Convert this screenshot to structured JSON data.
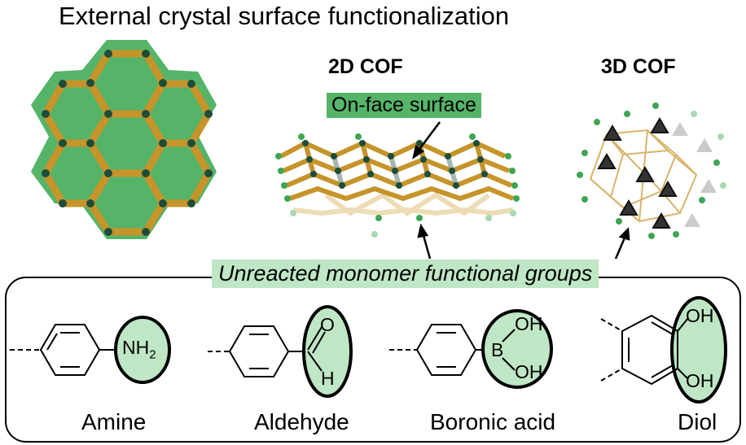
{
  "title": "External crystal surface functionalization",
  "labels": {
    "cof2d": "2D COF",
    "cof3d": "3D COF",
    "on_face": "On-face surface",
    "unreacted": "Unreacted monomer functional groups"
  },
  "groups": [
    {
      "name": "Amine",
      "formula": "NH",
      "subscript": "2"
    },
    {
      "name": "Aldehyde",
      "atom_o": "O",
      "atom_h": "H"
    },
    {
      "name": "Boronic acid",
      "atom_b": "B",
      "oh1": "OH",
      "oh2": "OH"
    },
    {
      "name": "Diol",
      "oh1": "OH",
      "oh2": "OH"
    }
  ],
  "colors": {
    "highlight_green": "#55b468",
    "light_green": "#bfe6c5",
    "linker_gold": "#c6942a",
    "node_dark": "#1d4d3a"
  }
}
